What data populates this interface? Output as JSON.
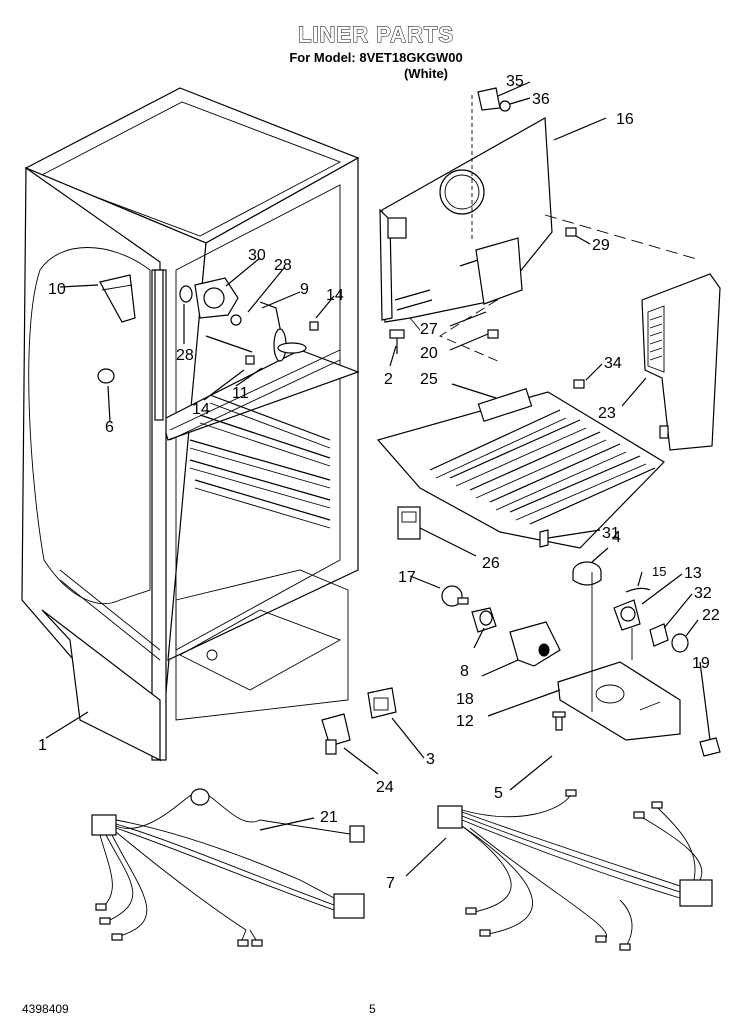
{
  "header": {
    "title": "LINER PARTS",
    "model_line": "For Model: 8VET18GKGW00",
    "color_line": "(White)"
  },
  "footer": {
    "doc_number": "4398409",
    "page_number": "5"
  },
  "callouts": {
    "c1": "1",
    "c2": "2",
    "c3": "3",
    "c4": "4",
    "c5": "5",
    "c6": "6",
    "c7": "7",
    "c8": "8",
    "c9": "9",
    "c10": "10",
    "c11": "11",
    "c12": "12",
    "c13": "13",
    "c14a": "14",
    "c14b": "14",
    "c15": "15",
    "c16": "16",
    "c17": "17",
    "c18": "18",
    "c19": "19",
    "c20": "20",
    "c21": "21",
    "c22": "22",
    "c23": "23",
    "c24": "24",
    "c25": "25",
    "c26": "26",
    "c27": "27",
    "c28a": "28",
    "c28b": "28",
    "c29": "29",
    "c30": "30",
    "c31": "31",
    "c32": "32",
    "c34": "34",
    "c35": "35",
    "c36": "36"
  }
}
